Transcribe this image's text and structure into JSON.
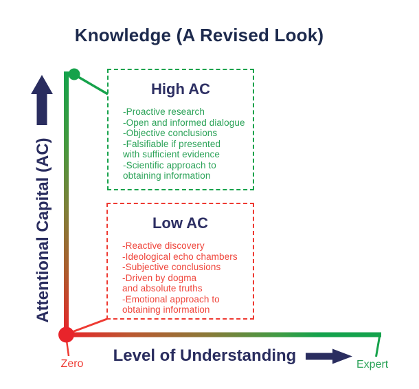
{
  "title": "Knowledge (A Revised Look)",
  "y_axis": {
    "label": "Attentional Capital (AC)",
    "origin_label": "Zero"
  },
  "x_axis": {
    "label": "Level of Understanding",
    "end_label": "Expert"
  },
  "boxes": {
    "high": {
      "heading": "High AC",
      "lines": [
        "-Proactive research",
        "-Open and informed dialogue",
        "-Objective conclusions",
        "-Falsifiable if presented",
        "with sufficient evidence",
        "-Scientific approach to",
        "obtaining information"
      ]
    },
    "low": {
      "heading": "Low AC",
      "lines": [
        "-Reactive discovery",
        "-Ideological echo chambers",
        "-Subjective conclusions",
        "-Driven by dogma",
        "and absolute truths",
        "-Emotional approach to",
        "obtaining information"
      ]
    }
  },
  "colors": {
    "title_navy": "#1d2a4d",
    "heading_navy": "#2d2f63",
    "label_navy": "#2a2d5f",
    "green": "#16a24b",
    "green_text": "#2aa257",
    "red": "#e8242b",
    "red_border": "#ee3a32",
    "red_text": "#ef443a"
  }
}
